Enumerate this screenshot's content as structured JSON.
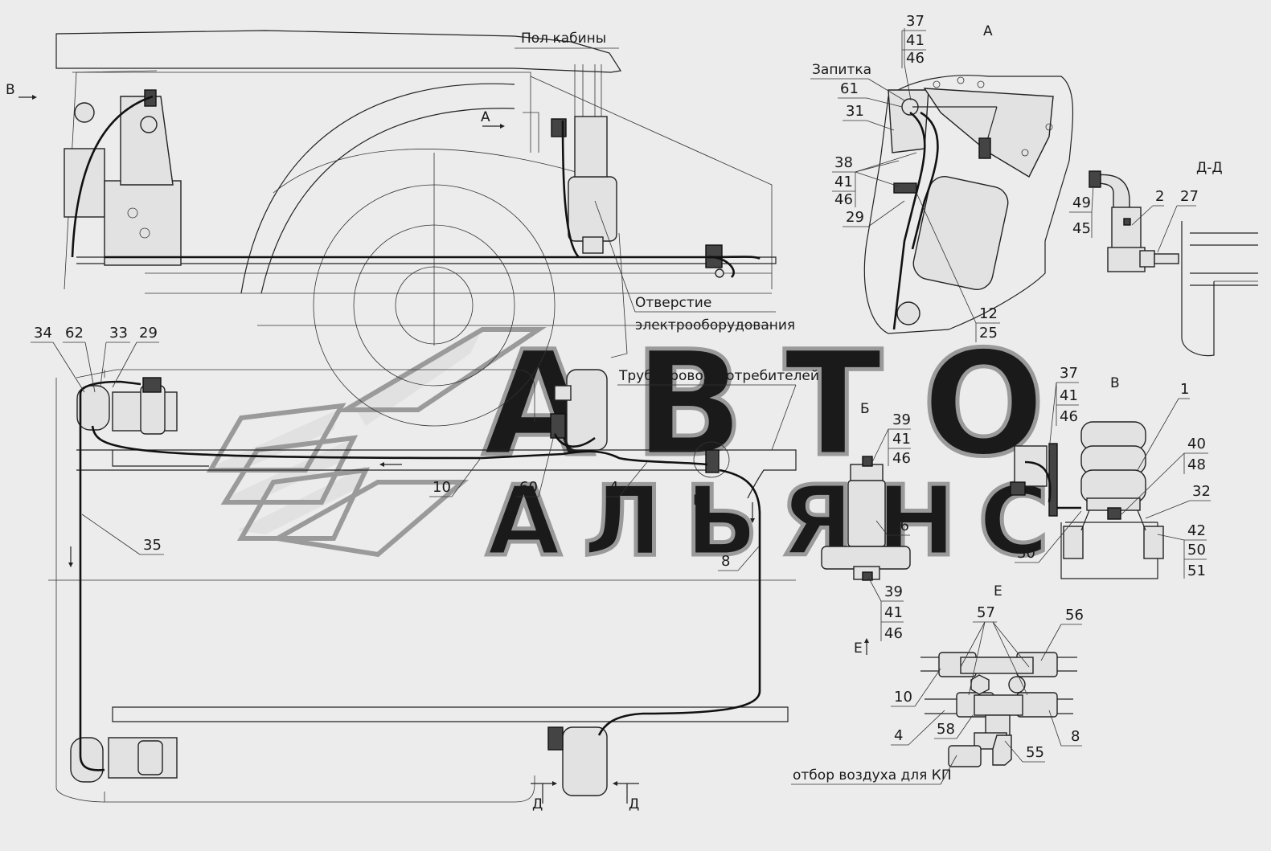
{
  "labels": {
    "cab_floor": "Пол кабины",
    "view_a": "А",
    "view_a_arrow": "А",
    "view_b_arrow": "В",
    "supply": "Запитка",
    "hole_1": "Отверстие",
    "hole_2": "электрооборудования",
    "consumer_pipe": "Трубопровод потребителей",
    "section_dd": "Д-Д",
    "view_b_cyr": "Б",
    "view_b_cyr_arrow": "Б",
    "view_v": "В",
    "view_e": "Е",
    "view_e_arrow": "Е",
    "section_d_left": "Д",
    "section_d_right": "Д",
    "air_takeoff": "отбор воздуха для КП"
  },
  "callouts": {
    "a_37": "37",
    "a_41": "41",
    "a_46": "46",
    "a_61": "61",
    "a_31": "31",
    "a_38": "38",
    "a_41b": "41",
    "a_46b": "46",
    "a_29": "29",
    "a_12": "12",
    "a_25": "25",
    "d_49": "49",
    "d_45": "45",
    "d_2": "2",
    "d_27": "27",
    "p_34": "34",
    "p_62": "62",
    "p_33": "33",
    "p_29": "29",
    "p_10": "10",
    "p_60": "60",
    "p_4": "4",
    "p_35": "35",
    "p_8": "8",
    "b_39": "39",
    "b_41": "41",
    "b_46": "46",
    "b_26": "26",
    "b_39b": "39",
    "b_41b": "41",
    "b_46b": "46",
    "v_37": "37",
    "v_41": "41",
    "v_46": "46",
    "v_1": "1",
    "v_40": "40",
    "v_48": "48",
    "v_32": "32",
    "v_30": "30",
    "v_42": "42",
    "v_50": "50",
    "v_51": "51",
    "e_57": "57",
    "e_56": "56",
    "e_10": "10",
    "e_4": "4",
    "e_58": "58",
    "e_8": "8",
    "e_55": "55"
  },
  "watermark": {
    "line1": "АВТО",
    "line2": "АЛЬЯНС"
  }
}
